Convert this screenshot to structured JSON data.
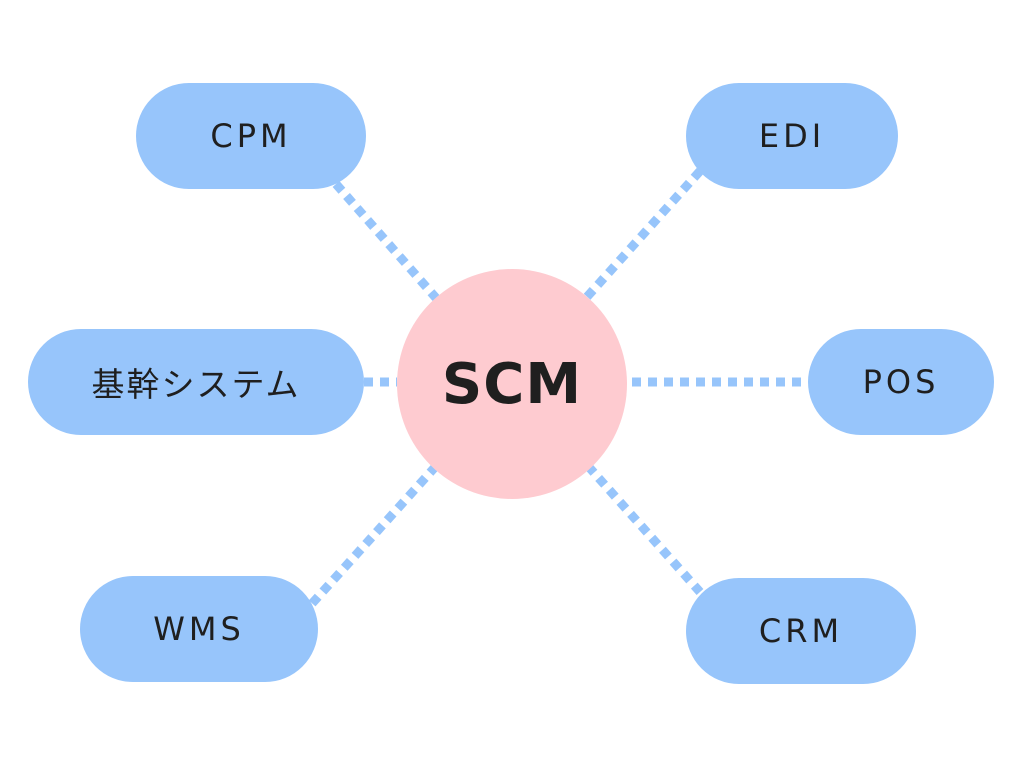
{
  "center": {
    "label": "SCM"
  },
  "nodes": {
    "cpm": {
      "label": "CPM"
    },
    "edi": {
      "label": "EDI"
    },
    "kikan": {
      "label": "基幹システム"
    },
    "pos": {
      "label": "POS"
    },
    "wms": {
      "label": "WMS"
    },
    "crm": {
      "label": "CRM"
    }
  },
  "colors": {
    "node_fill": "#97c5fb",
    "connector": "#97c5fb",
    "center_fill": "#fecbd0",
    "text": "#1f1f1f",
    "background": "#ffffff"
  }
}
